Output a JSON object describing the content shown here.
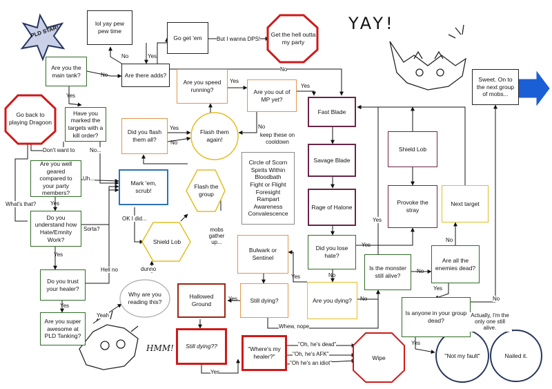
{
  "stamp": "PLD STAR!",
  "yay": "YAY!",
  "hmm": "HMM!",
  "nodes": {
    "main_tank": "Are you the main tank?",
    "adds": "Are there adds?",
    "lol": "lol yay pew pew time",
    "go_get": "Go get 'em",
    "dps": "Get the hell outta my party",
    "speed": "Are you speed running?",
    "mp": "Are you out of MP yet?",
    "dragoon": "Go back to playing Dragoon",
    "marked": "Have you marked the targets with a kill order?",
    "flash_all": "Did you flash them all?",
    "flash_them": "Flash them again!",
    "geared": "Are you well geared compared to your party members?",
    "mark": "Mark 'em, scrub!",
    "flash_group": "Flash the group",
    "understand": "Do you understand how Hate/Emnity Work?",
    "shield_lob_1": "Shield Lob",
    "trust": "Do you trust your healer?",
    "why": "Why are you reading this?",
    "awesome": "Are you super awesome at PLD Tanking?",
    "hallowed": "Hallowed Ground",
    "still_dying": "Still dying?",
    "still_dying_2": "Still dying??",
    "still_dying_2_em": "Still",
    "healer": "\"Where's my healer?\"",
    "wipe": "Wipe",
    "fast_blade": "Fast Blade",
    "savage": "Savage Blade",
    "rage": "Rage of Halone",
    "spirits": "Circle of Scorn\nSpirits Within\nBloodbath\nFight or Flight\nForesight\nRampart\nAwareness\nConvalescence",
    "cooldown": "keep these on cooldown",
    "bulwark": "Bulwark or Sentinel",
    "lose_hate": "Did you lose hate?",
    "dying": "Are you dying?",
    "monster": "Is the monster still alive?",
    "shield_lob_2": "Shield Lob",
    "provoke": "Provoke the stray",
    "next_target": "Next target",
    "enemies_dead": "Are all the enemies dead?",
    "group_dead": "Is anyone in your group dead?",
    "not_fault": "\"Not my fault\"",
    "nailed": "Nailed it.",
    "sweet": "Sweet. On to the next group of mobs..."
  },
  "edge_labels": {
    "no_mt": "No",
    "yes_mt": "Yes",
    "no_adds": "No",
    "yes_adds": "Yes",
    "wanna_dps": "But I wanna DPS!",
    "no_top": "No",
    "yes_speed": "Yes",
    "yes_mp": "Yes",
    "no_mp": "No",
    "dont_want": "Don't want to",
    "no_marked": "No...",
    "yes_flash": "Yes",
    "no_flash": "No",
    "uh": "Uh...",
    "yes_geared": "Yes",
    "whats_that": "What's that?",
    "ok_i_did": "OK I did...",
    "sorta": "Sorta?",
    "mobs_gather": "mobs gather up...",
    "yes_understand": "Yes",
    "hell_no": "Hell no",
    "dunno": "dunno",
    "yes_trust": "Yes",
    "yeah": "Yeah",
    "yes_still": "Yes",
    "whew": "Whew, nope",
    "yes_still2": "Yes",
    "oh_dead": "\"Oh, he's dead\"",
    "oh_afk": "\"Oh, he's AFK\"",
    "oh_idiot": "\"Oh he's an idiot\"",
    "yes_dying": "Yes",
    "no_dying": "No",
    "no_hate": "No",
    "yes_hate": "Yes",
    "yes_monster": "Yes",
    "no_monster": "No",
    "no_enemies": "No",
    "yes_enemies": "Yes",
    "yes_group": "Yes",
    "no_group": "No",
    "actually": "Actually, I'm the only one still alive."
  }
}
